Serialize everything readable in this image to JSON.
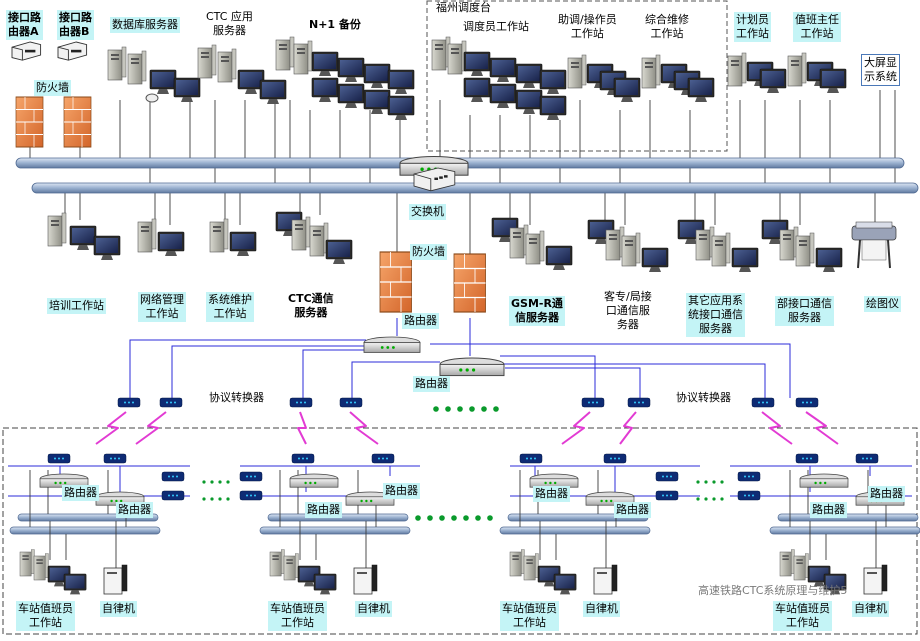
{
  "top": {
    "router_a": "接口路\n由器A",
    "router_b": "接口路\n由器B",
    "firewall": "防火墙",
    "db_server": "数据库服务器",
    "ctc_app_server": "CTC 应用\n服务器",
    "n1_backup": "N+1 备份",
    "fuzhou_desk": "福州调度台",
    "dispatcher_ws": "调度员工作站",
    "assistant_ws": "助调/操作员\n工作站",
    "maintenance_ws": "综合维修\n工作站",
    "planner_ws": "计划员\n工作站",
    "duty_ws": "值班主任\n工作站",
    "big_screen": "大屏显\n示系统"
  },
  "middle": {
    "switch": "交换机",
    "firewall2": "防火墙",
    "router": "路由器",
    "training_ws": "培训工作站",
    "netmgmt_ws": "网络管理\n工作站",
    "sysmaint_ws": "系统维护\n工作站",
    "ctc_comm_server": "CTC通信\n服务器",
    "gsmr_server": "GSM-R通\n信服务器",
    "passenger_server": "客专/局接\n口通信服\n务器",
    "other_if_server": "其它应用系\n统接口通信\n服务器",
    "ministry_server": "部接口通信\n服务器",
    "plotter": "绘图仪"
  },
  "lower": {
    "router_center2": "路由器",
    "protocol_conv_left": "协议转换器",
    "protocol_conv_right": "协议转换器",
    "station_router": "路由器",
    "station_ws": "车站值班员\n工作站",
    "autonomous": "自律机"
  },
  "watermark": "高速铁路CTC系统原理与维护5",
  "colors": {
    "bus": "#9ab0cf",
    "bus_edge": "#506a92",
    "link": "#2b2bd9",
    "lightning": "#e23bd3",
    "label_bg": "#c4f4f6",
    "green_dot": "#0a9a2c",
    "firewall": "#e8823a"
  }
}
